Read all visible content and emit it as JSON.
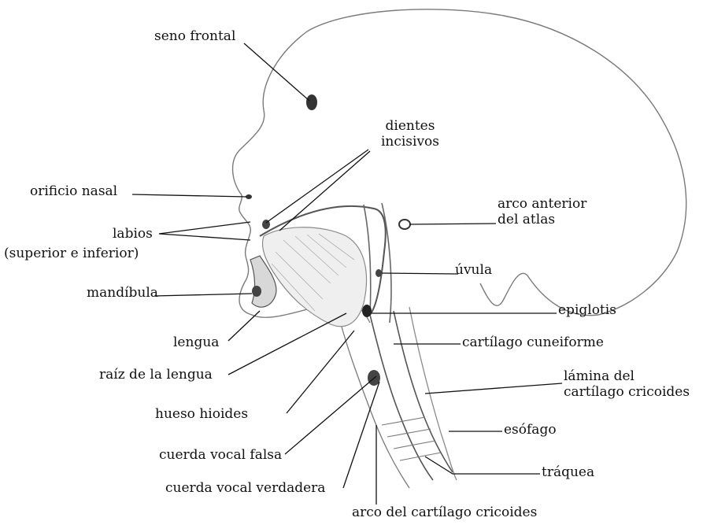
{
  "labels": {
    "seno_frontal": "seno frontal",
    "dientes_1": "dientes",
    "dientes_2": "incisivos",
    "orificio_nasal": "orificio nasal",
    "arco_anterior_1": "arco anterior",
    "arco_anterior_2": "del atlas",
    "labios_1": "labios",
    "labios_2": "(superior e inferior)",
    "uvula": "úvula",
    "mandibula": "mandíbula",
    "epiglotis": "epiglotis",
    "lengua": "lengua",
    "cartilago_cuneiforme": "cartílago cuneiforme",
    "raiz_lengua": "raíz de la lengua",
    "lamina_1": "lámina del",
    "lamina_2": "cartílago cricoides",
    "hueso_hioides": "hueso hioides",
    "esofago": "esófago",
    "cuerda_falsa": "cuerda vocal falsa",
    "traquea": "tráquea",
    "cuerda_verdadera": "cuerda vocal verdadera",
    "arco_cricoides": "arco del cartílago cricoides"
  },
  "colors": {
    "ink": "#111111",
    "outline": "#7a7a7a",
    "shading": "#9a9a9a"
  }
}
